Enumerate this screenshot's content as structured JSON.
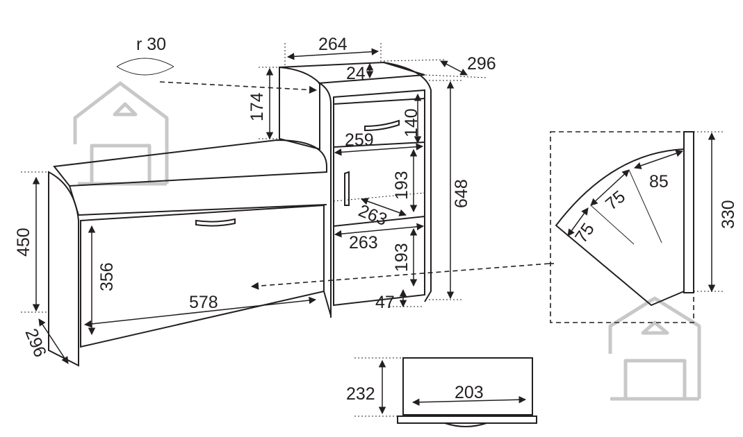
{
  "dimensions": {
    "corner_radius": "r 30",
    "top_width": "264",
    "top_depth": "296",
    "drawer_thickness": "24",
    "upper_height": "174",
    "drawer_height": "140",
    "drawer_width": "259",
    "door_height_upper": "193",
    "door_shelf_depth": "263",
    "door_shelf_width": "263",
    "door_height_lower": "193",
    "plinth_height": "47",
    "cabinet_height": "648",
    "bench_height": "450",
    "flap_height": "356",
    "flap_width": "578",
    "bench_depth": "296",
    "detail_arc_a": "85",
    "detail_arc_b": "75",
    "detail_arc_c": "75",
    "detail_height": "330",
    "box_height": "232",
    "box_width": "203"
  },
  "colors": {
    "line": "#231f20",
    "cushion_dark": "#8c8c8c",
    "cushion_light": "#f2f2f2",
    "watermark": "#c8c8c8"
  }
}
